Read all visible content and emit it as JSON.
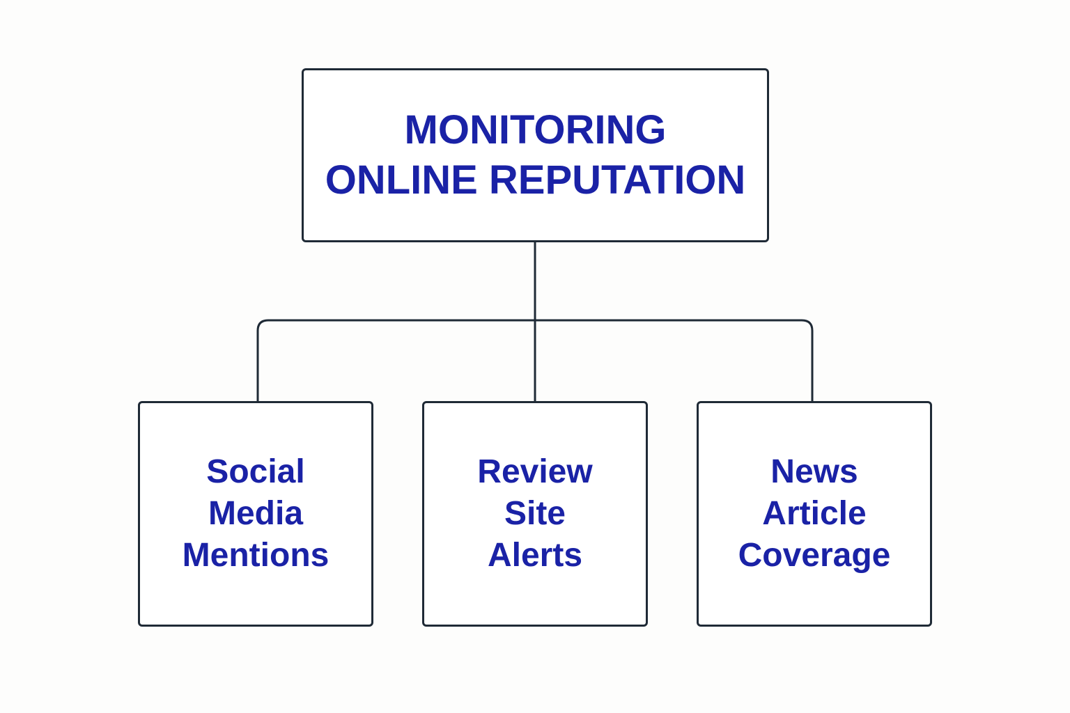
{
  "diagram": {
    "type": "hierarchy",
    "colors": {
      "text": "#1a22a6",
      "border": "#1f2a36",
      "background": "#fdfdfc"
    },
    "root": {
      "lines": [
        "MONITORING",
        "ONLINE REPUTATION"
      ]
    },
    "children": [
      {
        "lines": [
          "Social",
          "Media",
          "Mentions"
        ]
      },
      {
        "lines": [
          "Review",
          "Site",
          "Alerts"
        ]
      },
      {
        "lines": [
          "News",
          "Article",
          "Coverage"
        ]
      }
    ]
  }
}
